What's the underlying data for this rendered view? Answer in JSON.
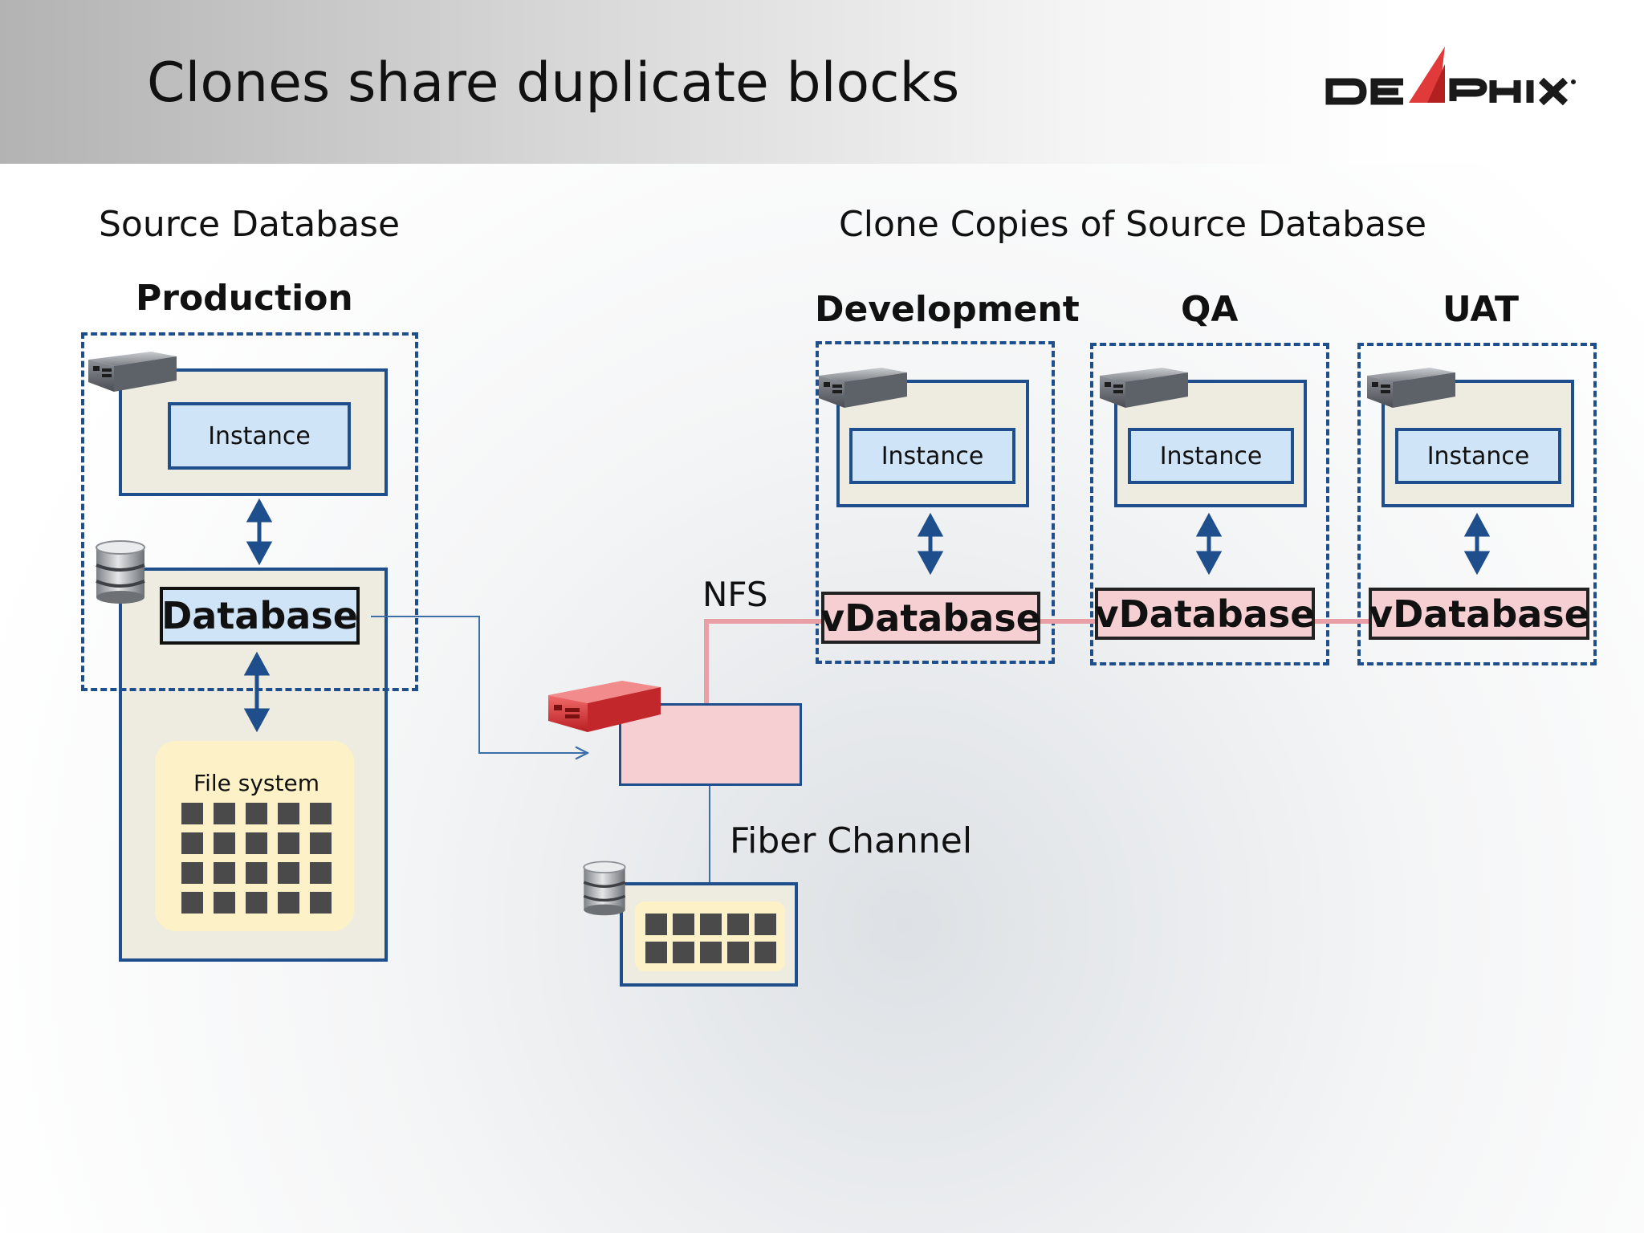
{
  "title": "Clones share duplicate blocks",
  "logo_text": "DELPHIX",
  "sections": {
    "source": "Source Database",
    "clones": "Clone Copies of Source Database"
  },
  "production": {
    "label": "Production",
    "instance": "Instance",
    "database": "Database",
    "filesystem": "File system"
  },
  "clones": [
    {
      "label": "Development",
      "instance": "Instance",
      "vdb": "vDatabase"
    },
    {
      "label": "QA",
      "instance": "Instance",
      "vdb": "vDatabase"
    },
    {
      "label": "UAT",
      "instance": "Instance",
      "vdb": "vDatabase"
    }
  ],
  "connections": {
    "nfs": "NFS",
    "fiber": "Fiber Channel"
  },
  "colors": {
    "accent_blue": "#1f4e8c",
    "pink_fill": "#f5cfd2",
    "pink_line": "#e8a0a6",
    "delphix_red": "#e03a3a"
  }
}
